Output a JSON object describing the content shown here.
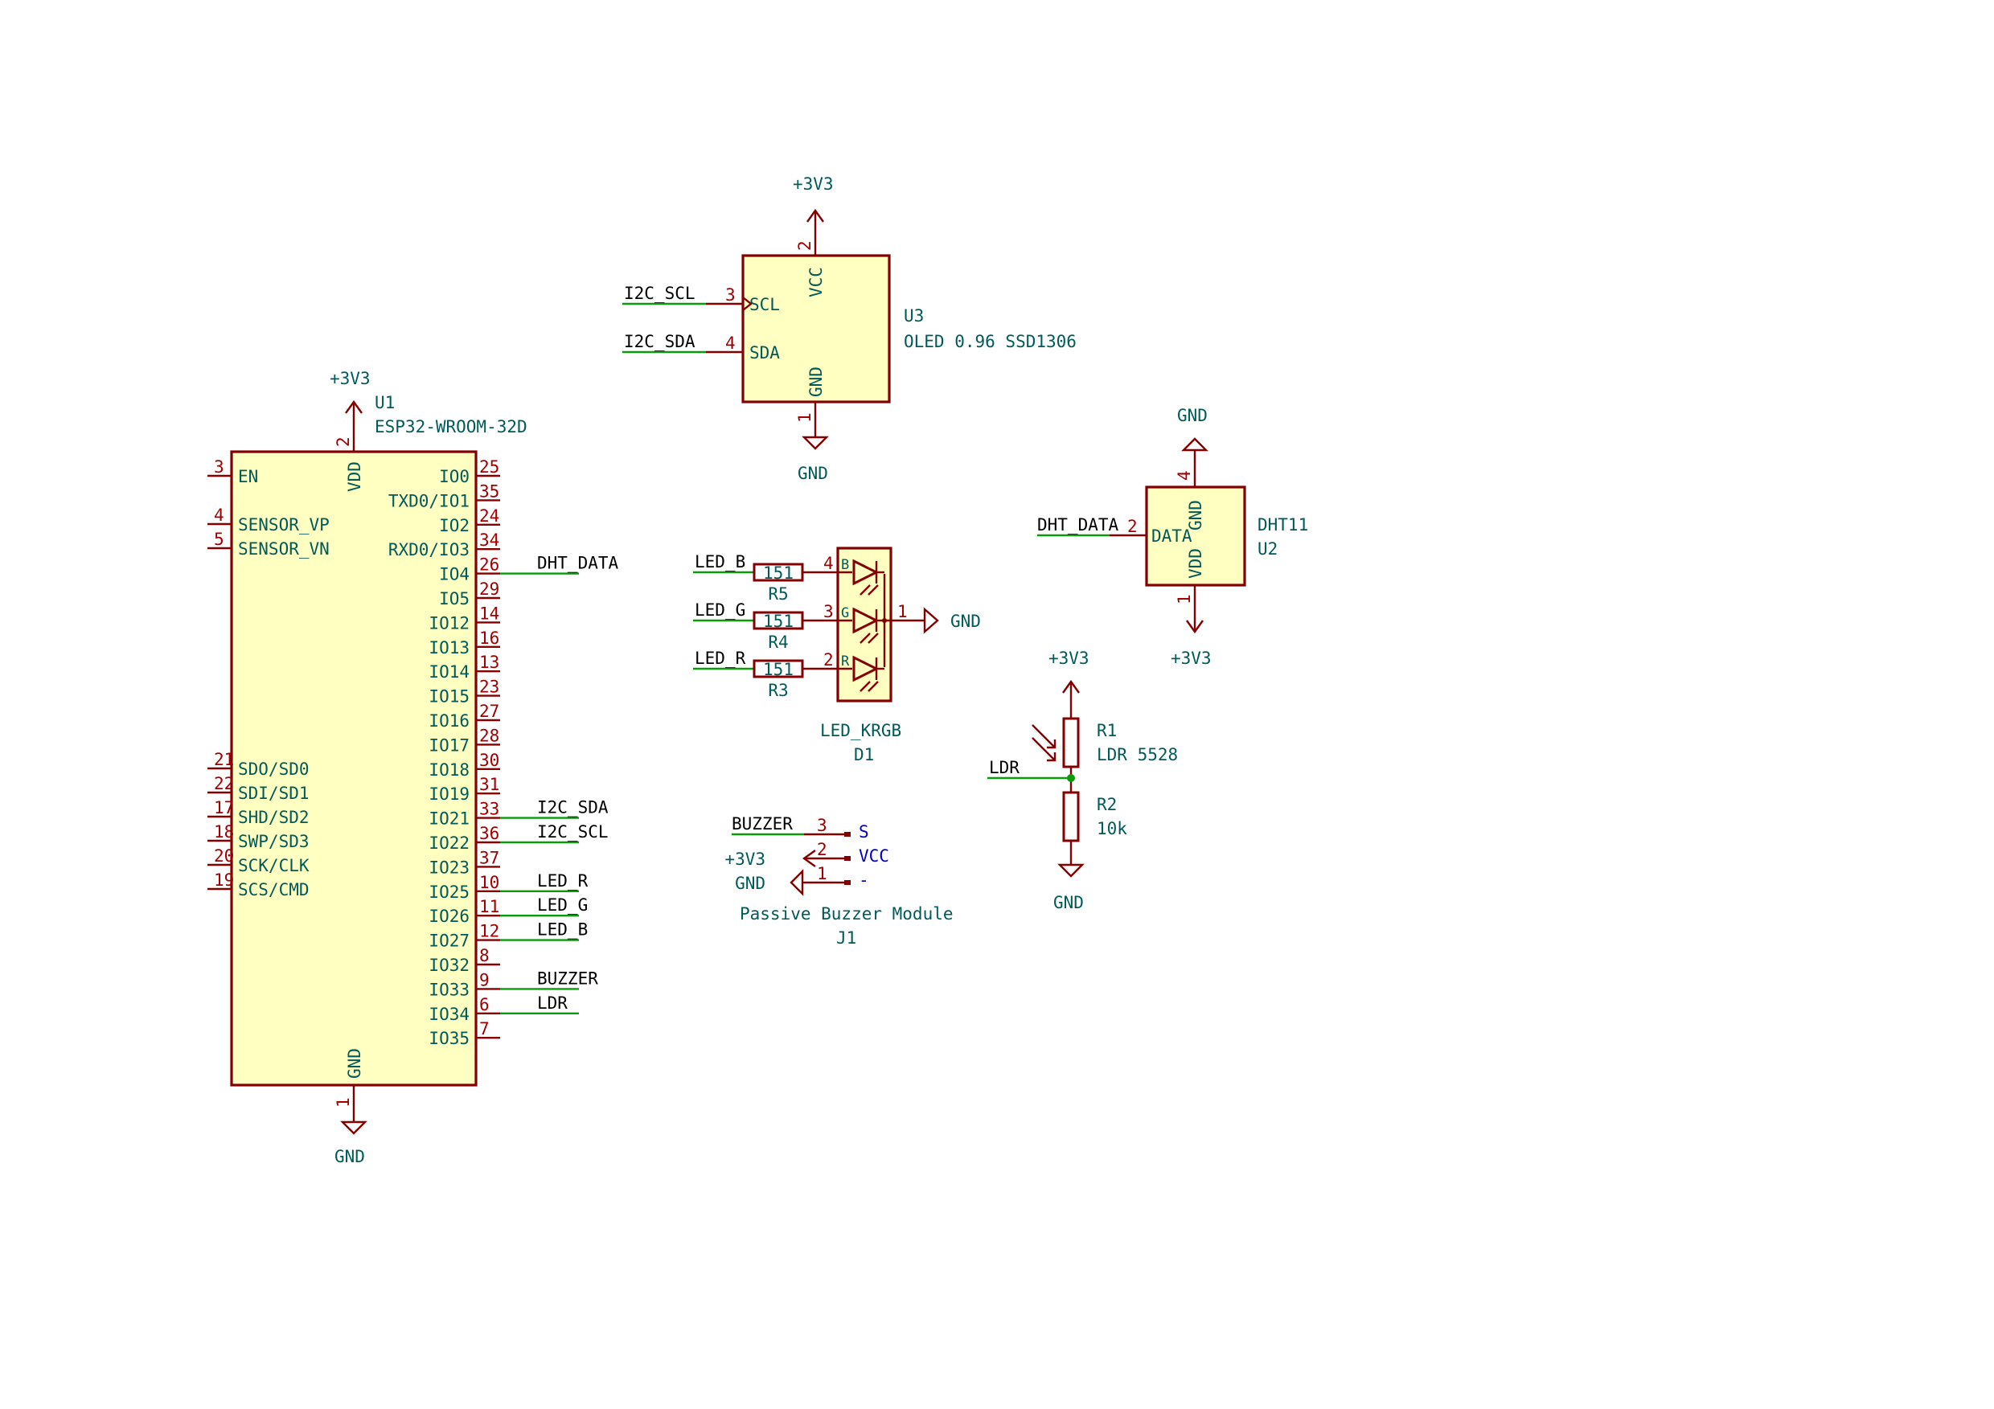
{
  "power": {
    "v33": "+3V3",
    "gnd": "GND"
  },
  "u1": {
    "ref": "U1",
    "value": "ESP32-WROOM-32D",
    "top_pin": {
      "num": "2",
      "name": "VDD"
    },
    "bottom_pin": {
      "num": "1",
      "name": "GND"
    },
    "left_pins": [
      {
        "num": "3",
        "name": "EN"
      },
      {
        "num": "4",
        "name": "SENSOR_VP"
      },
      {
        "num": "5",
        "name": "SENSOR_VN"
      },
      {
        "num": "21",
        "name": "SDO/SD0"
      },
      {
        "num": "22",
        "name": "SDI/SD1"
      },
      {
        "num": "17",
        "name": "SHD/SD2"
      },
      {
        "num": "18",
        "name": "SWP/SD3"
      },
      {
        "num": "20",
        "name": "SCK/CLK"
      },
      {
        "num": "19",
        "name": "SCS/CMD"
      }
    ],
    "right_pins": [
      {
        "num": "25",
        "name": "IO0",
        "net": ""
      },
      {
        "num": "35",
        "name": "TXD0/IO1",
        "net": ""
      },
      {
        "num": "24",
        "name": "IO2",
        "net": ""
      },
      {
        "num": "34",
        "name": "RXD0/IO3",
        "net": ""
      },
      {
        "num": "26",
        "name": "IO4",
        "net": "DHT_DATA"
      },
      {
        "num": "29",
        "name": "IO5",
        "net": ""
      },
      {
        "num": "14",
        "name": "IO12",
        "net": ""
      },
      {
        "num": "16",
        "name": "IO13",
        "net": ""
      },
      {
        "num": "13",
        "name": "IO14",
        "net": ""
      },
      {
        "num": "23",
        "name": "IO15",
        "net": ""
      },
      {
        "num": "27",
        "name": "IO16",
        "net": ""
      },
      {
        "num": "28",
        "name": "IO17",
        "net": ""
      },
      {
        "num": "30",
        "name": "IO18",
        "net": ""
      },
      {
        "num": "31",
        "name": "IO19",
        "net": ""
      },
      {
        "num": "33",
        "name": "IO21",
        "net": "I2C_SDA"
      },
      {
        "num": "36",
        "name": "IO22",
        "net": "I2C_SCL"
      },
      {
        "num": "37",
        "name": "IO23",
        "net": ""
      },
      {
        "num": "10",
        "name": "IO25",
        "net": "LED_R"
      },
      {
        "num": "11",
        "name": "IO26",
        "net": "LED_G"
      },
      {
        "num": "12",
        "name": "IO27",
        "net": "LED_B"
      },
      {
        "num": "8",
        "name": "IO32",
        "net": ""
      },
      {
        "num": "9",
        "name": "IO33",
        "net": "BUZZER"
      },
      {
        "num": "6",
        "name": "IO34",
        "net": "LDR"
      },
      {
        "num": "7",
        "name": "IO35",
        "net": ""
      }
    ]
  },
  "u3": {
    "ref": "U3",
    "value": "OLED 0.96 SSD1306",
    "pins": {
      "vcc": {
        "num": "2",
        "name": "VCC"
      },
      "scl": {
        "num": "3",
        "name": "SCL",
        "net": "I2C_SCL"
      },
      "sda": {
        "num": "4",
        "name": "SDA",
        "net": "I2C_SDA"
      },
      "gnd": {
        "num": "1",
        "name": "GND"
      }
    }
  },
  "u2": {
    "ref": "U2",
    "value": "DHT11",
    "pins": {
      "gnd": {
        "num": "4",
        "name": "GND"
      },
      "data": {
        "num": "2",
        "name": "DATA",
        "net": "DHT_DATA"
      },
      "vdd": {
        "num": "1",
        "name": "VDD"
      }
    }
  },
  "d1": {
    "ref": "D1",
    "value": "LED_KRGB",
    "common_pin": "1",
    "channels": [
      {
        "net": "LED_B",
        "res_ref": "R5",
        "res_value": "151",
        "pin": "4",
        "letter": "B"
      },
      {
        "net": "LED_G",
        "res_ref": "R4",
        "res_value": "151",
        "pin": "3",
        "letter": "G"
      },
      {
        "net": "LED_R",
        "res_ref": "R3",
        "res_value": "151",
        "pin": "2",
        "letter": "R"
      }
    ]
  },
  "r1": {
    "ref": "R1",
    "value": "LDR 5528"
  },
  "r2": {
    "ref": "R2",
    "value": "10k"
  },
  "ldr_net": "LDR",
  "j1": {
    "ref": "J1",
    "value": "Passive Buzzer Module",
    "pins": [
      {
        "num": "3",
        "name": "S",
        "net": "BUZZER"
      },
      {
        "num": "2",
        "name": "VCC",
        "net": "+3V3"
      },
      {
        "num": "1",
        "name": "-",
        "net": "GND"
      }
    ]
  }
}
